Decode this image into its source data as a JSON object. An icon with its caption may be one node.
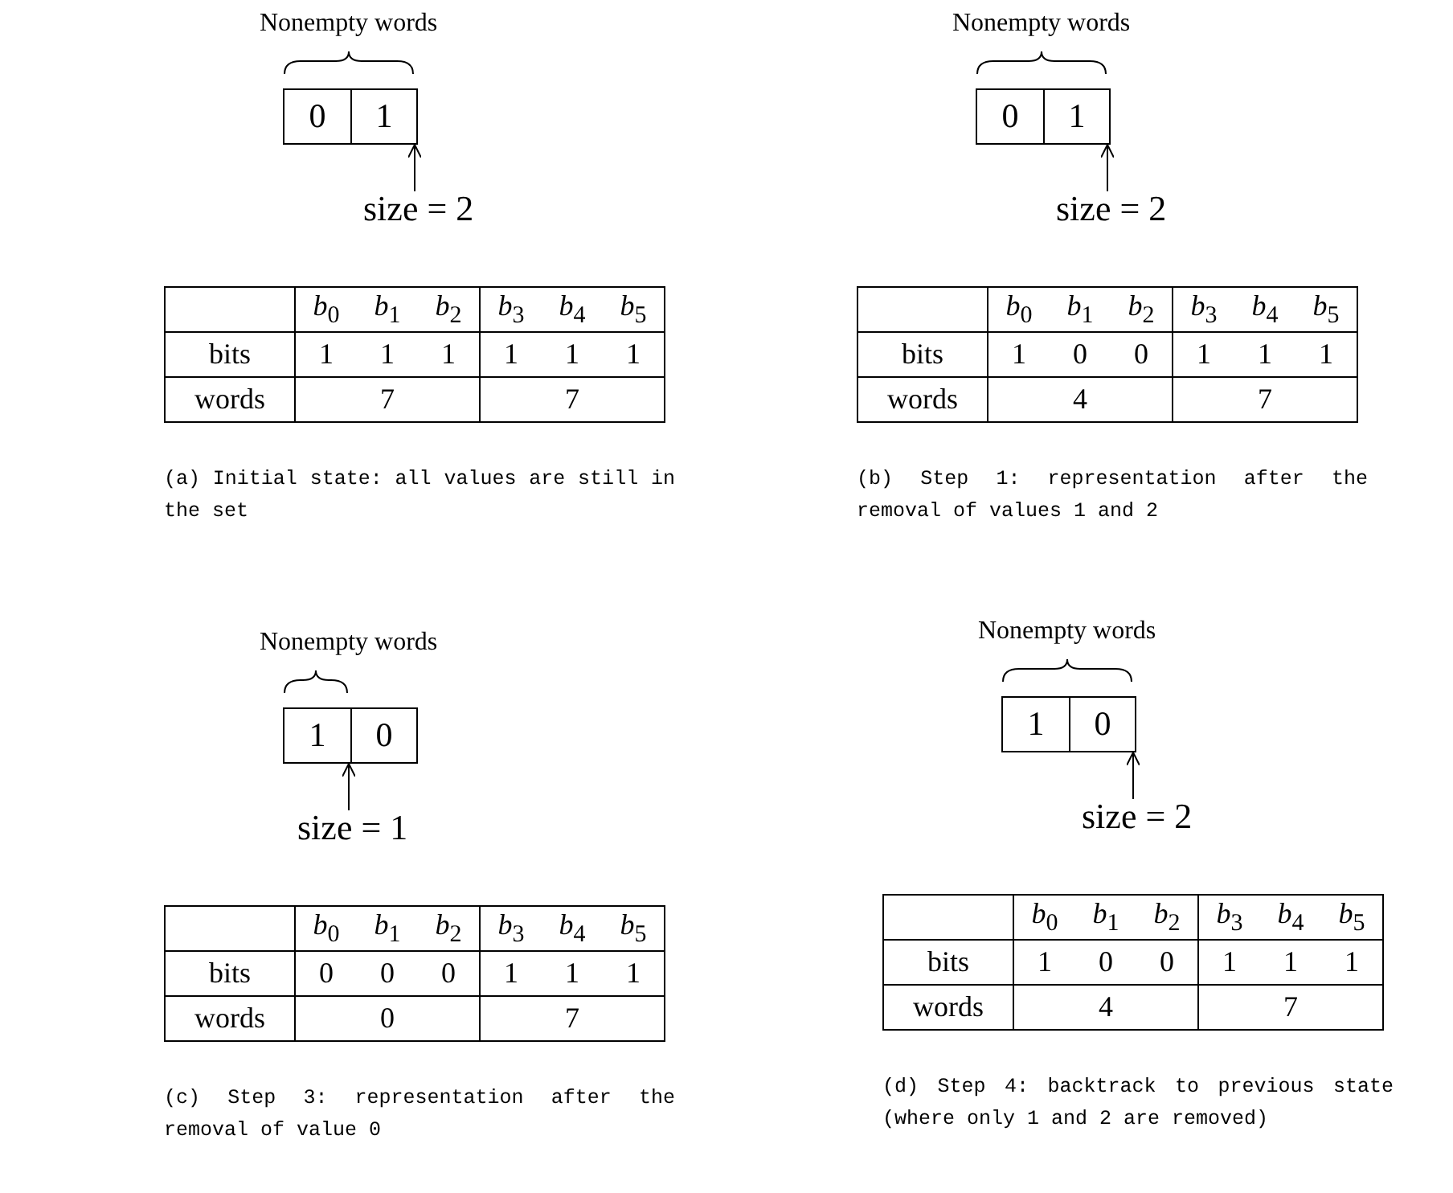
{
  "diagram": {
    "nodes": [
      {
        "text": [],
        "shape": "box"
      },
      {
        "text": [
          "0"
        ],
        "in": 0
      },
      {
        "text": [
          "1"
        ],
        "in": 0
      },
      {
        "text": [
          "size = 2"
        ]
      },
      {
        "text": [],
        "shape": "box"
      },
      {
        "text": [
          "0"
        ],
        "in": 4
      },
      {
        "text": [
          "1"
        ],
        "in": 4
      },
      {
        "text": [
          "size = 2"
        ]
      },
      {
        "text": [],
        "shape": "box"
      },
      {
        "text": [
          "1"
        ],
        "in": 8
      },
      {
        "text": [
          "0"
        ],
        "in": 8
      },
      {
        "text": [
          "size = 1"
        ]
      },
      {
        "text": [],
        "shape": "box"
      },
      {
        "text": [
          "1"
        ],
        "in": 12
      },
      {
        "text": [
          "0"
        ],
        "in": 12
      },
      {
        "text": [
          "size = 2"
        ]
      }
    ],
    "edges": [
      {
        "from": 3,
        "to": 0,
        "arrow": "to"
      },
      {
        "from": 7,
        "to": 4,
        "arrow": "to"
      },
      {
        "from": 11,
        "to": 8,
        "arrow": "to"
      },
      {
        "from": 15,
        "to": 12,
        "arrow": "to"
      }
    ],
    "labels": [
      "Nonempty words",
      "*b*$_{0}$",
      "*b*$_{1}$",
      "*b*$_{2}$",
      "*b*$_{3}$",
      "*b*$_{4}$",
      "*b*$_{5}$",
      "bits",
      "1",
      "1",
      "1",
      "1",
      "1",
      "1",
      "words",
      "7",
      "7",
      "(a) Initial state: all values are still in the set",
      "Nonempty words",
      "*b*$_{0}$",
      "*b*$_{1}$",
      "*b*$_{2}$",
      "*b*$_{3}$",
      "*b*$_{4}$",
      "*b*$_{5}$",
      "bits",
      "1",
      "0",
      "0",
      "1",
      "1",
      "1",
      "words",
      "4",
      "7",
      "(b) Step 1: representation after the removal of values 1 and 2",
      "Nonempty words",
      "*b*$_{0}$",
      "*b*$_{1}$",
      "*b*$_{2}$",
      "*b*$_{3}$",
      "*b*$_{4}$",
      "*b*$_{5}$",
      "bits",
      "0",
      "0",
      "0",
      "1",
      "1",
      "1",
      "words",
      "0",
      "7",
      "(c) Step 3: representation after the removal of value 0",
      "Nonempty words",
      "*b*$_{0}$",
      "*b*$_{1}$",
      "*b*$_{2}$",
      "*b*$_{3}$",
      "*b*$_{4}$",
      "*b*$_{5}$",
      "bits",
      "1",
      "0",
      "0",
      "1",
      "1",
      "1",
      "words",
      "4",
      "7",
      "(d) Step 4: backtrack to previous state (where only 1 and 2 are removed)"
    ]
  }
}
